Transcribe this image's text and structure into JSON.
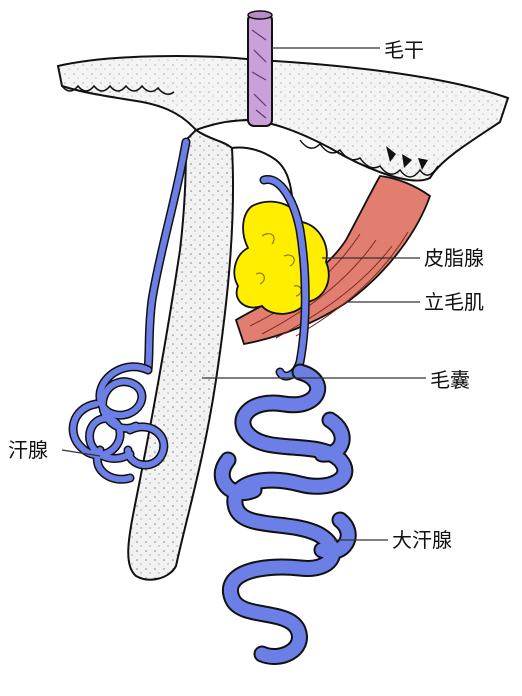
{
  "labels": {
    "hair_shaft": "毛干",
    "sebaceous_gland": "皮脂腺",
    "arrector_pili": "立毛肌",
    "hair_follicle": "毛囊",
    "sweat_gland": "汗腺",
    "large_sweat_gland": "大汗腺"
  },
  "colors": {
    "skin_fill": "#f4f4f4",
    "outline": "#111111",
    "hair_shaft": "#c9a0d8",
    "sebaceous": "#ffee00",
    "muscle": "#e27e6f",
    "duct_blue": "#6c7fe6",
    "label_line": "#333333"
  }
}
